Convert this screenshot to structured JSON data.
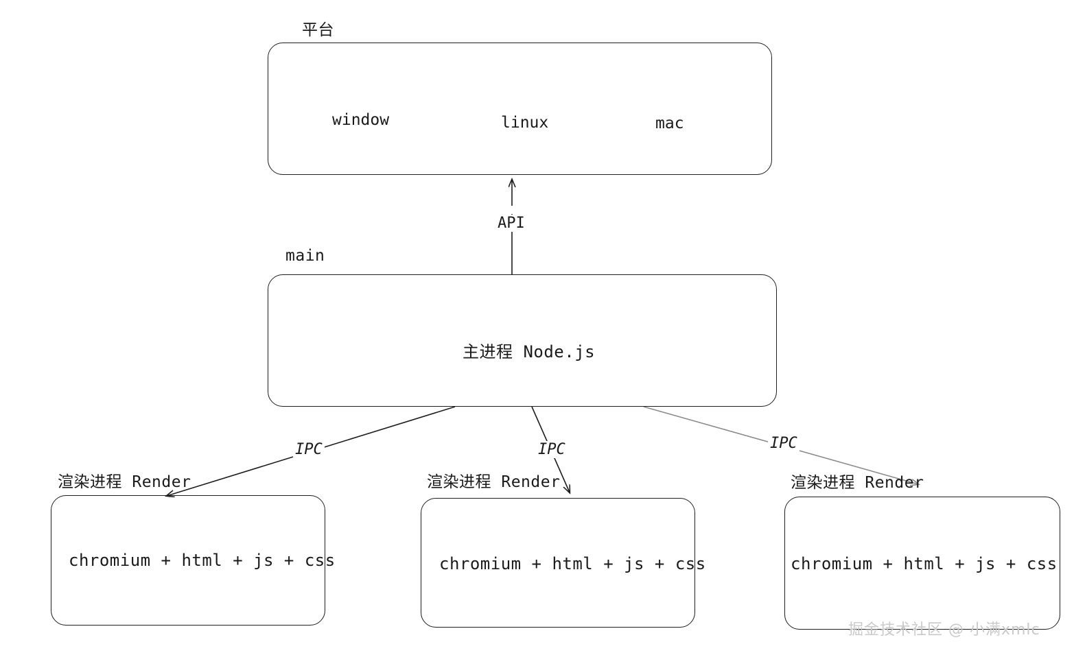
{
  "diagram": {
    "title_hidden": "Electron architecture diagram",
    "platform": {
      "label": "平台",
      "items": [
        {
          "name": "window"
        },
        {
          "name": "linux"
        },
        {
          "name": "mac"
        }
      ]
    },
    "main": {
      "label": "main",
      "text": "主进程 Node.js"
    },
    "renderers": [
      {
        "label": "渲染进程 Render",
        "text": "chromium + html + js + css"
      },
      {
        "label": "渲染进程 Render",
        "text": "chromium + html + js + css"
      },
      {
        "label": "渲染进程 Render",
        "text": "chromium + html + js + css"
      }
    ],
    "edges": {
      "api": "API",
      "ipc_left": "IPC",
      "ipc_middle": "IPC",
      "ipc_right": "IPC"
    },
    "watermark": "掘金技术社区 @ 小满xmlc",
    "colors": {
      "stroke": "#1d1d1d",
      "stroke_gray": "#8a8a8a",
      "text": "#1a1a1a",
      "watermark": "#c9c9c9",
      "background": "#ffffff"
    }
  }
}
